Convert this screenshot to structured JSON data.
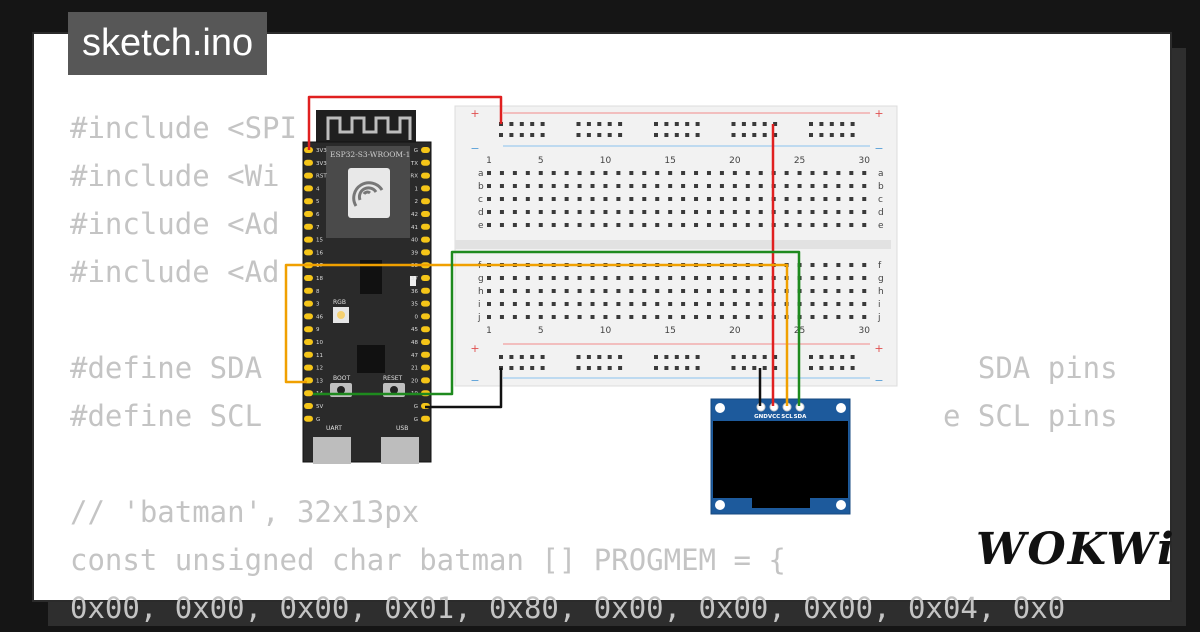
{
  "file_tab": "sketch.ino",
  "code_lines": [
    "#include <SPI",
    "#include <Wi",
    "#include <Ad              G",
    "#include <Ad              S",
    "",
    "#define SDA                                         SDA pins",
    "#define SCL                                       e SCL pins",
    "",
    "// 'batman', 32x13px",
    "const unsigned char batman [] PROGMEM = {",
    "0x00, 0x00, 0x00, 0x01, 0x80, 0x00, 0x00, 0x00, 0x04, 0x0"
  ],
  "esp32": {
    "label": "ESP32-S3-WROOM-1",
    "rgb_label": "RGB",
    "boot_label": "BOOT",
    "reset_label": "RESET",
    "uart_label": "UART",
    "usb_label": "USB",
    "left_pins": [
      "3V3",
      "3V3",
      "RST",
      "4",
      "5",
      "6",
      "7",
      "15",
      "16",
      "17",
      "18",
      "8",
      "3",
      "46",
      "9",
      "10",
      "11",
      "12",
      "13",
      "14",
      "5V",
      "G"
    ],
    "right_pins": [
      "G",
      "TX",
      "RX",
      "1",
      "2",
      "42",
      "41",
      "40",
      "39",
      "38",
      "37",
      "36",
      "35",
      "0",
      "45",
      "48",
      "47",
      "21",
      "20",
      "19",
      "G",
      "G"
    ]
  },
  "breadboard": {
    "column_numbers": [
      "1",
      "5",
      "10",
      "15",
      "20",
      "25",
      "30"
    ],
    "rows_top": [
      "a",
      "b",
      "c",
      "d",
      "e"
    ],
    "rows_bottom": [
      "f",
      "g",
      "h",
      "i",
      "j"
    ],
    "rail_plus": "+",
    "rail_minus": "−"
  },
  "oled": {
    "pins": [
      "GND",
      "VCC",
      "SCL",
      "SDA"
    ]
  },
  "logo": "WOKWi",
  "colors": {
    "wire_red": "#e02020",
    "wire_green": "#1e8a1e",
    "wire_orange": "#f0a000",
    "wire_black": "#111111",
    "board": "#2a2a2a",
    "oled_pcb": "#1d5a9c"
  }
}
